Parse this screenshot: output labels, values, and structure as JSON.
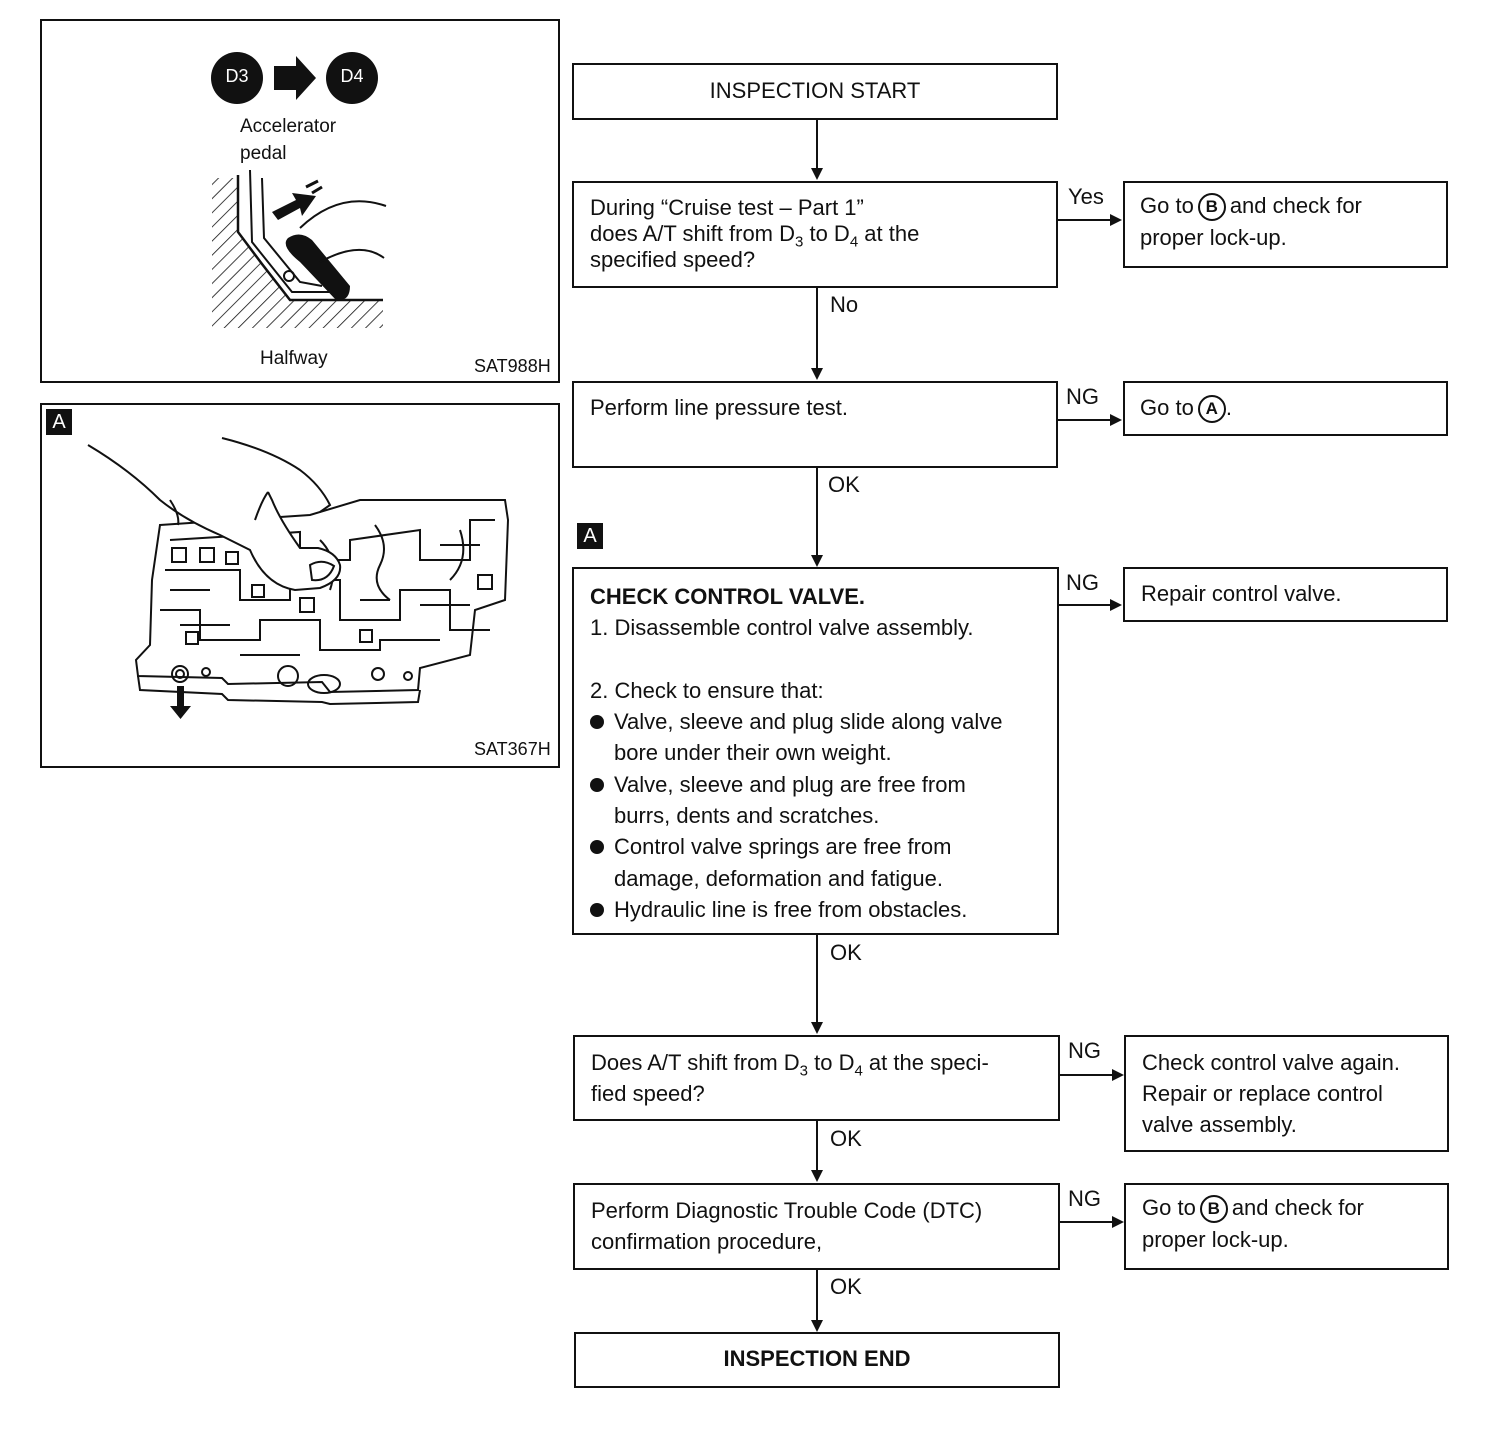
{
  "fig1": {
    "d3": "D3",
    "d4": "D4",
    "label_1": "Accelerator",
    "label_2": "pedal",
    "halfway": "Halfway",
    "code": "SAT988H"
  },
  "fig2": {
    "marker": "A",
    "code": "SAT367H"
  },
  "flow": {
    "start": "INSPECTION START",
    "q1_line1": "During “Cruise test – Part 1”",
    "q1_line2a": "does A/T shift from D",
    "q1_sub3": "3",
    "q1_line2b": " to D",
    "q1_sub4": "4",
    "q1_line2c": " at the",
    "q1_line3": "specified speed?",
    "q1_yes": "Yes",
    "r1_a": "Go to",
    "r1_badge": "B",
    "r1_b": "and check for",
    "r1_c": "proper lock-up.",
    "q1_no": "No",
    "q2": "Perform line pressure test.",
    "q2_ng": "NG",
    "r2_a": "Go to",
    "r2_badge": "A",
    "r2_b": ".",
    "q2_ok": "OK",
    "marker_a": "A",
    "cv_title": "CHECK CONTROL VALVE.",
    "cv_1": "1. Disassemble control valve assembly.",
    "cv_2": "2. Check to ensure that:",
    "cv_b1a": "Valve, sleeve and plug slide along valve",
    "cv_b1b": "bore under their own weight.",
    "cv_b2a": "Valve, sleeve and plug are free from",
    "cv_b2b": "burrs, dents and scratches.",
    "cv_b3a": "Control valve springs are free from",
    "cv_b3b": "damage, deformation and fatigue.",
    "cv_b4": "Hydraulic line is free from obstacles.",
    "cv_ng": "NG",
    "r3": "Repair control valve.",
    "cv_ok": "OK",
    "q4_a": "Does A/T shift from D",
    "q4_sub3": "3",
    "q4_b": " to D",
    "q4_sub4": "4",
    "q4_c": " at the speci-",
    "q4_line2": "fied speed?",
    "q4_ng": "NG",
    "r4_1": "Check control valve again.",
    "r4_2": "Repair or replace control",
    "r4_3": "valve assembly.",
    "q4_ok": "OK",
    "q5_1": "Perform Diagnostic Trouble Code (DTC)",
    "q5_2": "confirmation procedure,",
    "q5_ng": "NG",
    "r5_a": "Go to",
    "r5_badge": "B",
    "r5_b": "and check for",
    "r5_c": "proper lock-up.",
    "q5_ok": "OK",
    "end": "INSPECTION END"
  }
}
